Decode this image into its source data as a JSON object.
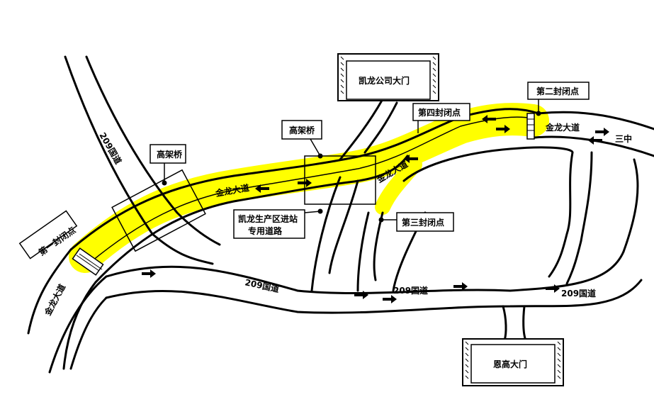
{
  "labels": {
    "jinlong_main": "金龙大道",
    "jinlong_center": "金龙大道",
    "jinlong_right": "金龙大道",
    "jinlong_left_bottom": "金龙大道",
    "sanzhong": "三中",
    "g209_left": "209国道",
    "g209_bottom_1": "209国道",
    "g209_bottom_2": "209国道",
    "g209_bottom_3": "209国道"
  },
  "boxes": {
    "viaduct_left": "高架桥",
    "viaduct_center": "高架桥",
    "kailong_gate": "凯龙公司大门",
    "kailong_prod_line1": "凯龙生产区进站",
    "kailong_prod_line2": "专用道路",
    "enguo_gate": "恩高大门",
    "closure_1": "第一封闭点",
    "closure_2": "第二封闭点",
    "closure_3": "第三封闭点",
    "closure_4": "第四封闭点"
  },
  "colors": {
    "highlight": "#ffff00",
    "road": "#000000",
    "background": "#ffffff"
  }
}
